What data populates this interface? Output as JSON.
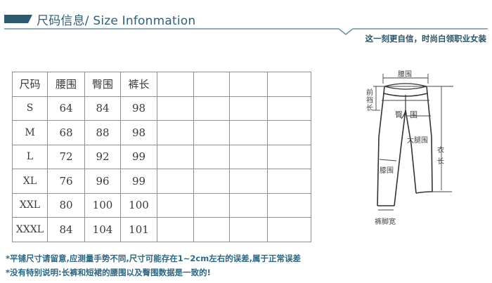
{
  "header": {
    "title": "尺码信息/ Size Infonmation",
    "tagline": "这一刻更自信，时尚白领职业女装",
    "accent_color": "#2b5a71",
    "line_color": "#6f93a5"
  },
  "size_table": {
    "headers": [
      "尺码",
      "腰围",
      "臀围",
      "裤长",
      "",
      "",
      "",
      ""
    ],
    "rows": [
      {
        "size": "S",
        "waist": "64",
        "hip": "84",
        "length": "98"
      },
      {
        "size": "M",
        "waist": "68",
        "hip": "88",
        "length": "98"
      },
      {
        "size": "L",
        "waist": "72",
        "hip": "92",
        "length": "99"
      },
      {
        "size": "XL",
        "waist": "76",
        "hip": "96",
        "length": "99"
      },
      {
        "size": "XXL",
        "waist": "80",
        "hip": "100",
        "length": "100"
      },
      {
        "size": "XXXL",
        "waist": "84",
        "hip": "104",
        "length": "101"
      }
    ]
  },
  "diagram": {
    "labels": {
      "waist": "腰围",
      "front_rise": "前裆长",
      "hip": "臀围",
      "thigh": "大腿围",
      "length": "衣长",
      "knee": "膝围",
      "hem": "裤脚宽"
    }
  },
  "notes": [
    "*平铺尺寸请留意,应测量手势不同,尺寸可能存在1~2cm左右的误差,属于正常误差",
    "*没有特别说明:长裤和短裙的腰围以及臀围数据是一致的!"
  ]
}
